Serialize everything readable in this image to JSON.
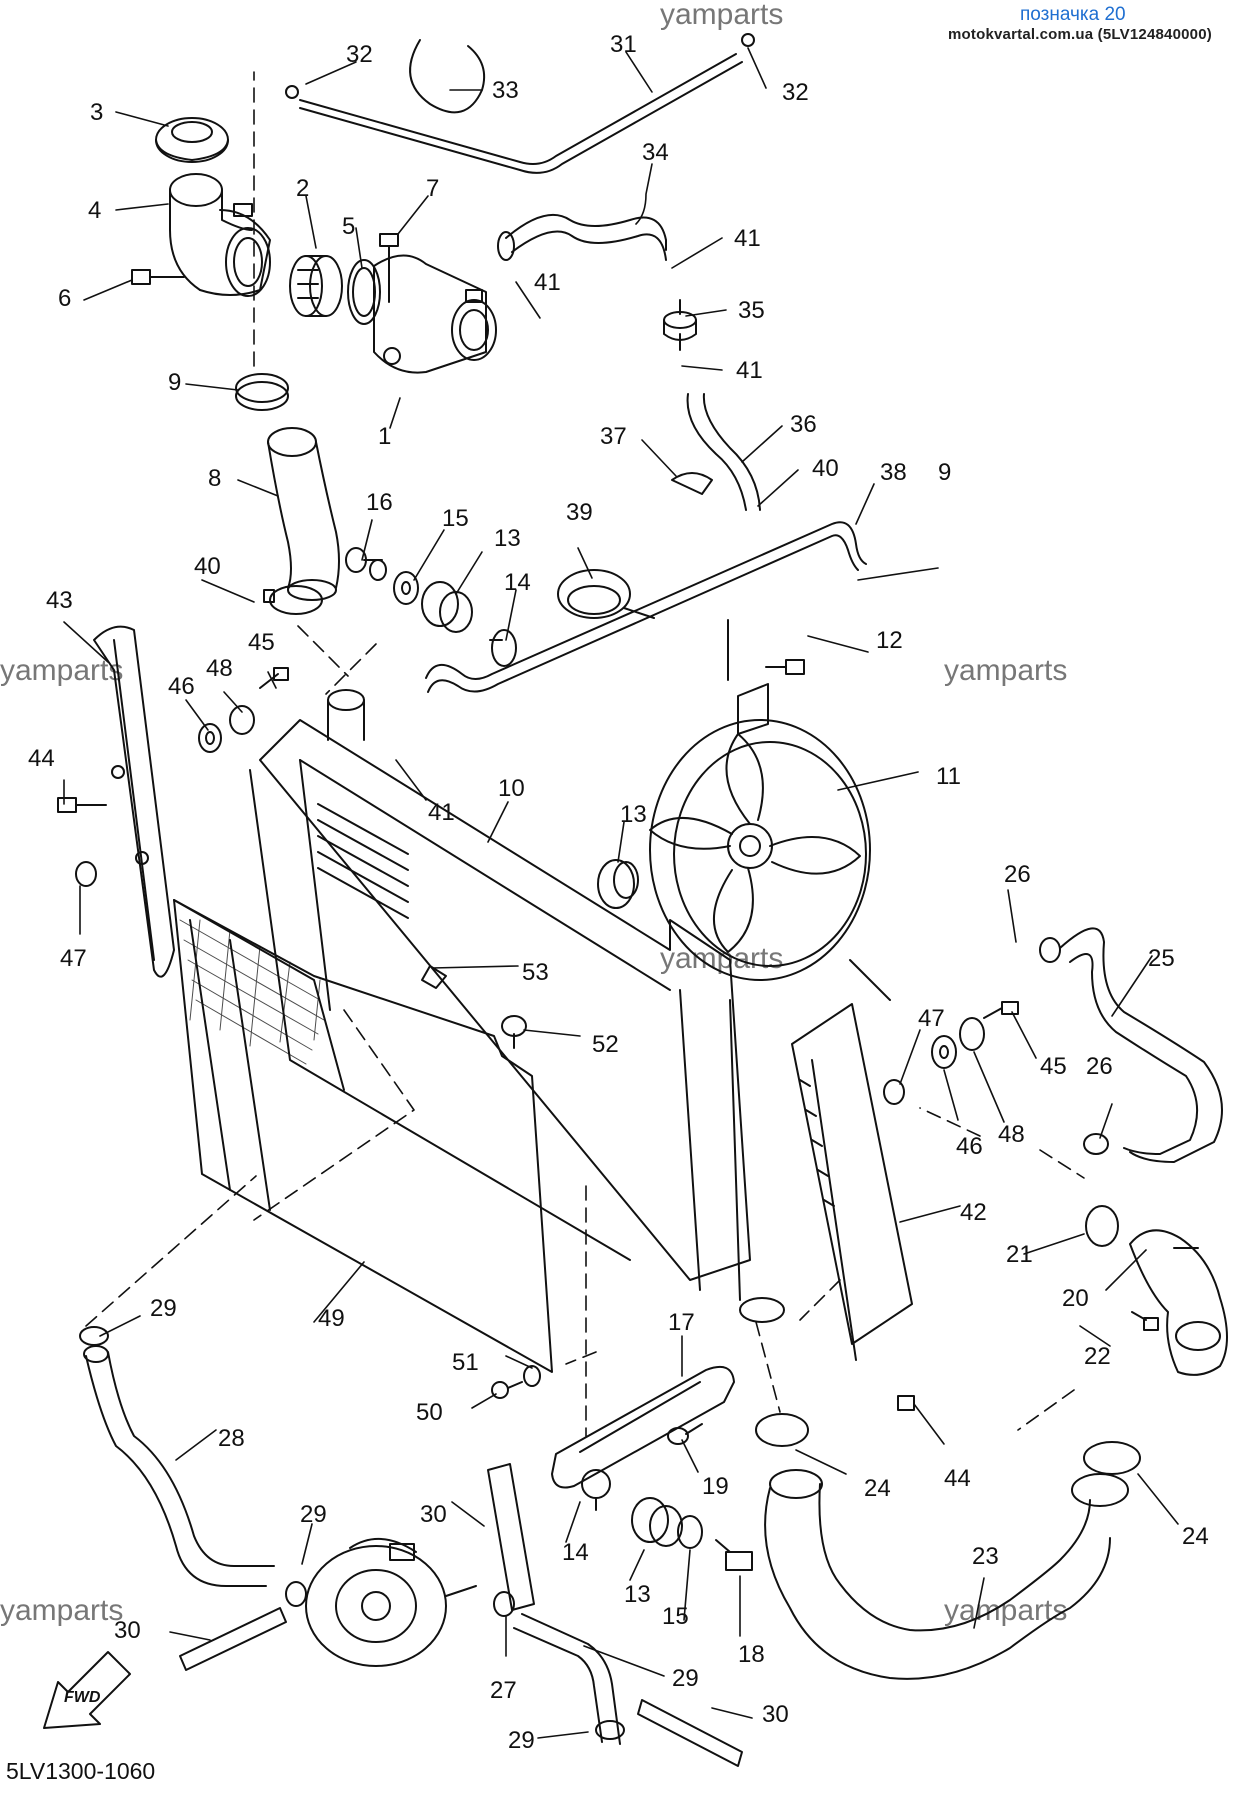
{
  "header": {
    "reference": "позначка 20",
    "site_caption": "motokvartal.com.ua (5LV124840000)"
  },
  "watermark": "yamparts",
  "diagram_code": "5LV1300-1060",
  "fwd_label": "FWD",
  "part_numbers": [
    "32",
    "33",
    "31",
    "32",
    "3",
    "2",
    "7",
    "5",
    "4",
    "6",
    "41",
    "34",
    "41",
    "35",
    "41",
    "9",
    "1",
    "36",
    "37",
    "40",
    "8",
    "38",
    "16",
    "15",
    "13",
    "14",
    "39",
    "40",
    "9",
    "12",
    "43",
    "45",
    "48",
    "46",
    "44",
    "41",
    "10",
    "11",
    "13",
    "47",
    "53",
    "26",
    "25",
    "52",
    "47",
    "45",
    "26",
    "46",
    "48",
    "42",
    "21",
    "20",
    "29",
    "49",
    "22",
    "17",
    "51",
    "50",
    "28",
    "19",
    "24",
    "44",
    "29",
    "30",
    "14",
    "13",
    "15",
    "18",
    "24",
    "23",
    "30",
    "29",
    "27",
    "29",
    "30"
  ]
}
